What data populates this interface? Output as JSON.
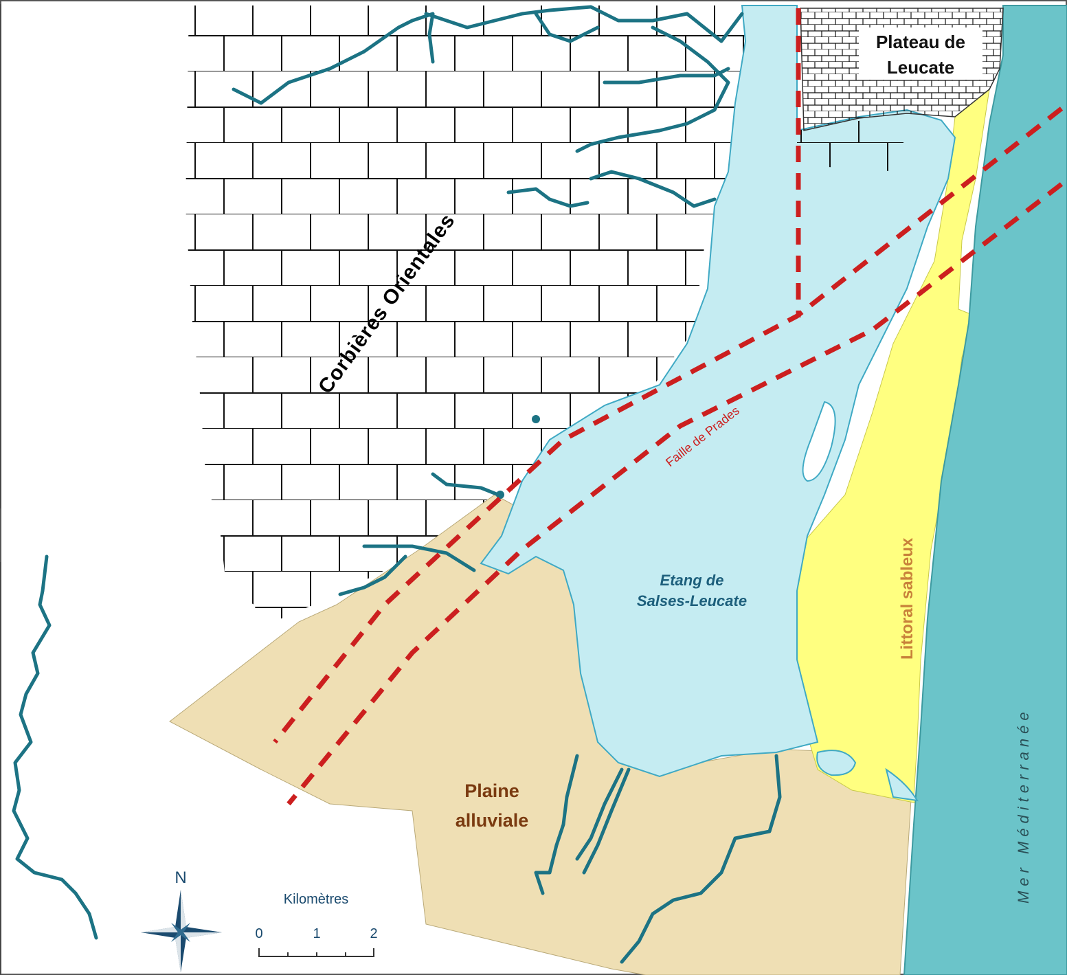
{
  "map": {
    "labels": {
      "corbieres": "Corbières Orientales",
      "plateau_line1": "Plateau de",
      "plateau_line2": "Leucate",
      "faille": "Faille de Prades",
      "etang_line1": "Etang de",
      "etang_line2": "Salses-Leucate",
      "littoral": "Littoral sableux",
      "plaine_line1": "Plaine",
      "plaine_line2": "alluviale",
      "mer": "Mer Méditerranée"
    },
    "north_arrow": {
      "letter": "N",
      "icon": "compass-rose-icon"
    },
    "scale_bar": {
      "title": "Kilomètres",
      "ticks": [
        "0",
        "1",
        "2"
      ]
    },
    "colors": {
      "lagoon": "#c5ecf2",
      "sea": "#6bc4c9",
      "sand": "#ffff80",
      "alluvial_plain": "#efdfb4",
      "river": "#1c7384",
      "fault": "#cc1f1f",
      "limestone_lines": "#111111",
      "plateau_fill": "#ffffff",
      "plaine_text": "#7a3a10",
      "littoral_text": "#c8823a",
      "etang_text": "#1d5f7c"
    }
  }
}
